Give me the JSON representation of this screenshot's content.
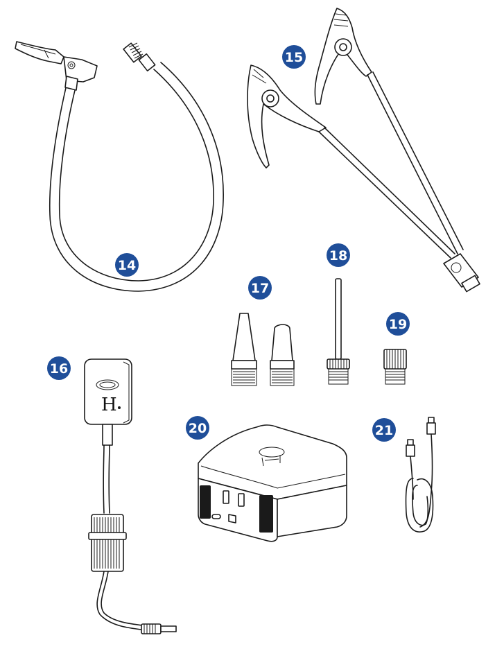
{
  "callouts": {
    "c14": "14",
    "c15": "15",
    "c16": "16",
    "c17": "17",
    "c18": "18",
    "c19": "19",
    "c20": "20",
    "c21": "21"
  },
  "logo": {
    "letter": "H"
  },
  "colors": {
    "callout_fill": "#1f4e99",
    "line": "#1a1a1a",
    "background": "#ffffff"
  },
  "icons": {
    "item14": "air-hose-icon",
    "item15": "jumper-clamps-icon",
    "item16": "wall-charger-icon",
    "item17": "nozzle-adapters-icon",
    "item18": "ball-needle-icon",
    "item19": "valve-adapter-icon",
    "item20": "inverter-outlet-icon",
    "item21": "dc-cable-icon"
  }
}
